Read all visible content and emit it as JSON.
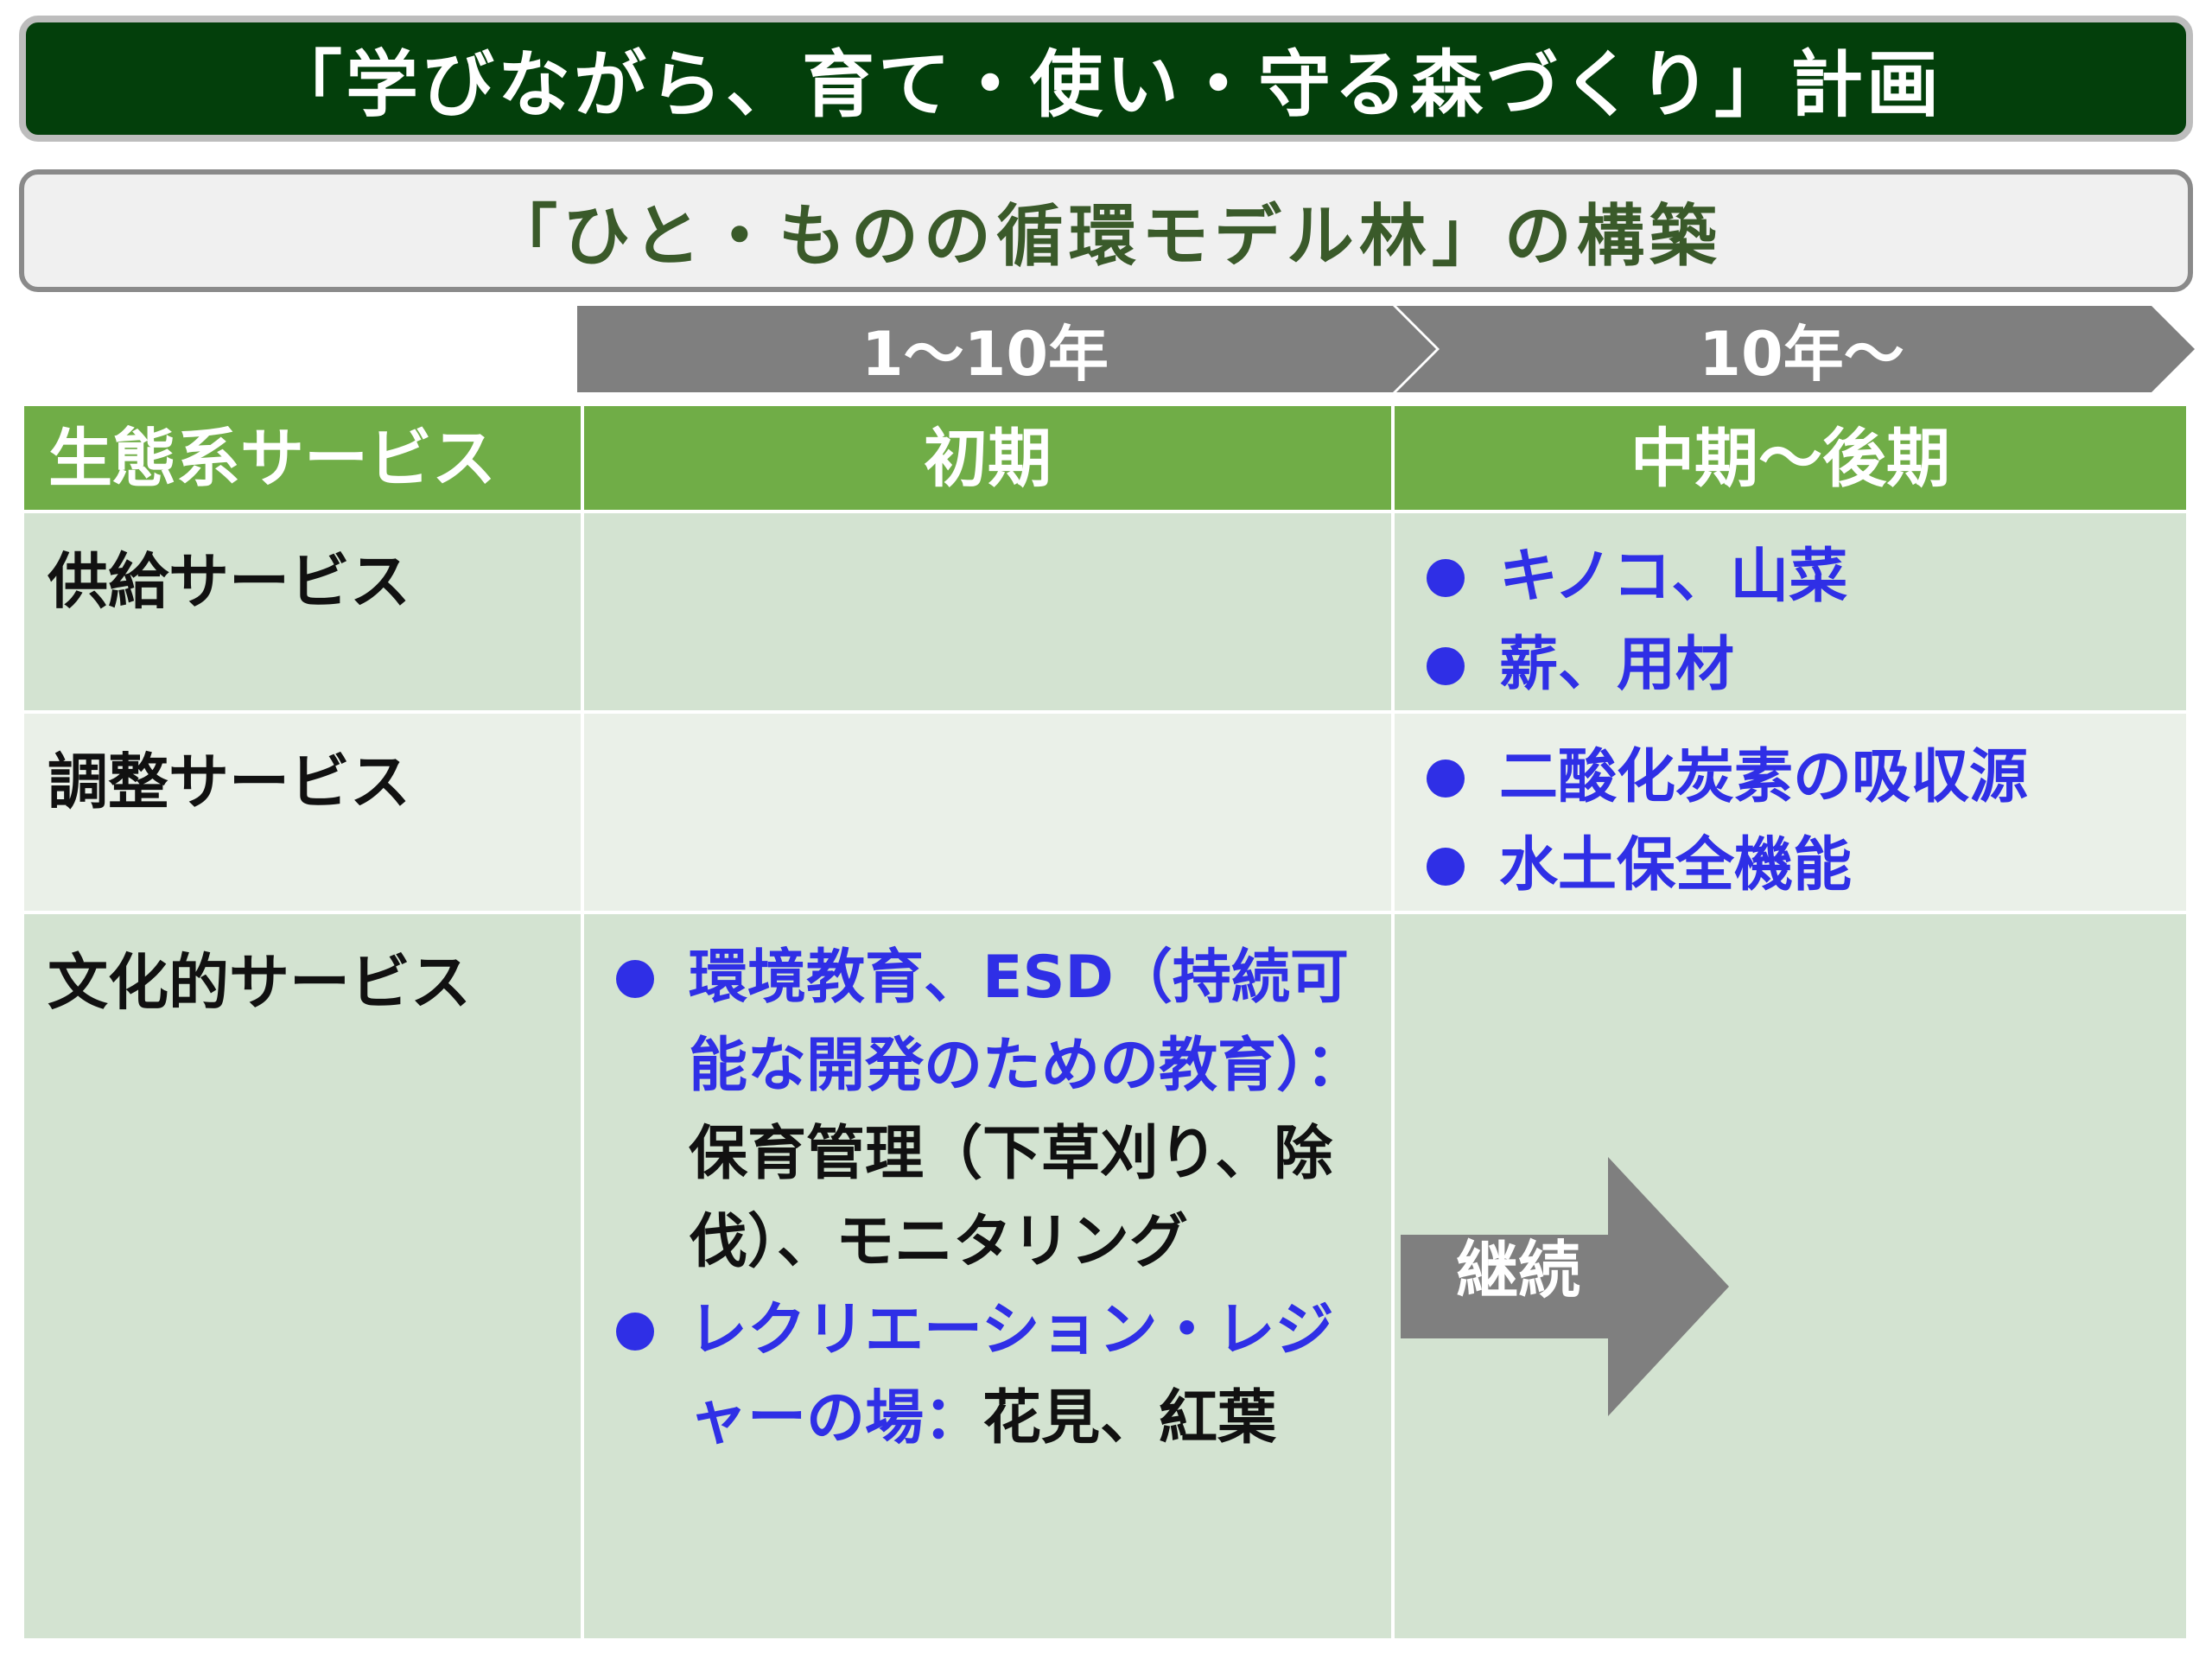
{
  "title": "「学びながら、育て・使い・守る森づくり」計画",
  "subtitle": "「ひと・ものの循環モデル林」の構築",
  "timeline": [
    {
      "label": "1〜10年"
    },
    {
      "label": "10年〜"
    }
  ],
  "table": {
    "headers": [
      "生態系サービス",
      "初期",
      "中期〜後期"
    ],
    "rows": [
      {
        "label": "供給サービス",
        "early": [],
        "late": [
          "キノコ、山菜",
          "薪、用材"
        ]
      },
      {
        "label": "調整サービス",
        "early": [],
        "late": [
          "二酸化炭素の吸収源",
          "水土保全機能"
        ]
      },
      {
        "label": "文化的サービス",
        "early": [
          {
            "blue": "環境教育、ESD（持続可能な開発のための教育）：",
            "black": "保育管理（下草刈り、除伐）、モニタリング"
          },
          {
            "blue": "レクリエーション・レジャーの場：",
            "black": "花見、紅葉"
          }
        ],
        "late_arrow": "継続"
      }
    ]
  },
  "colors": {
    "title_bg": "#033f0b",
    "header_green": "#70ad47",
    "row_green": "#d3e3d1",
    "row_light": "#eaf0e8",
    "bullet_blue": "#2f2fe6",
    "timeline_gray": "#7f7f7f"
  }
}
